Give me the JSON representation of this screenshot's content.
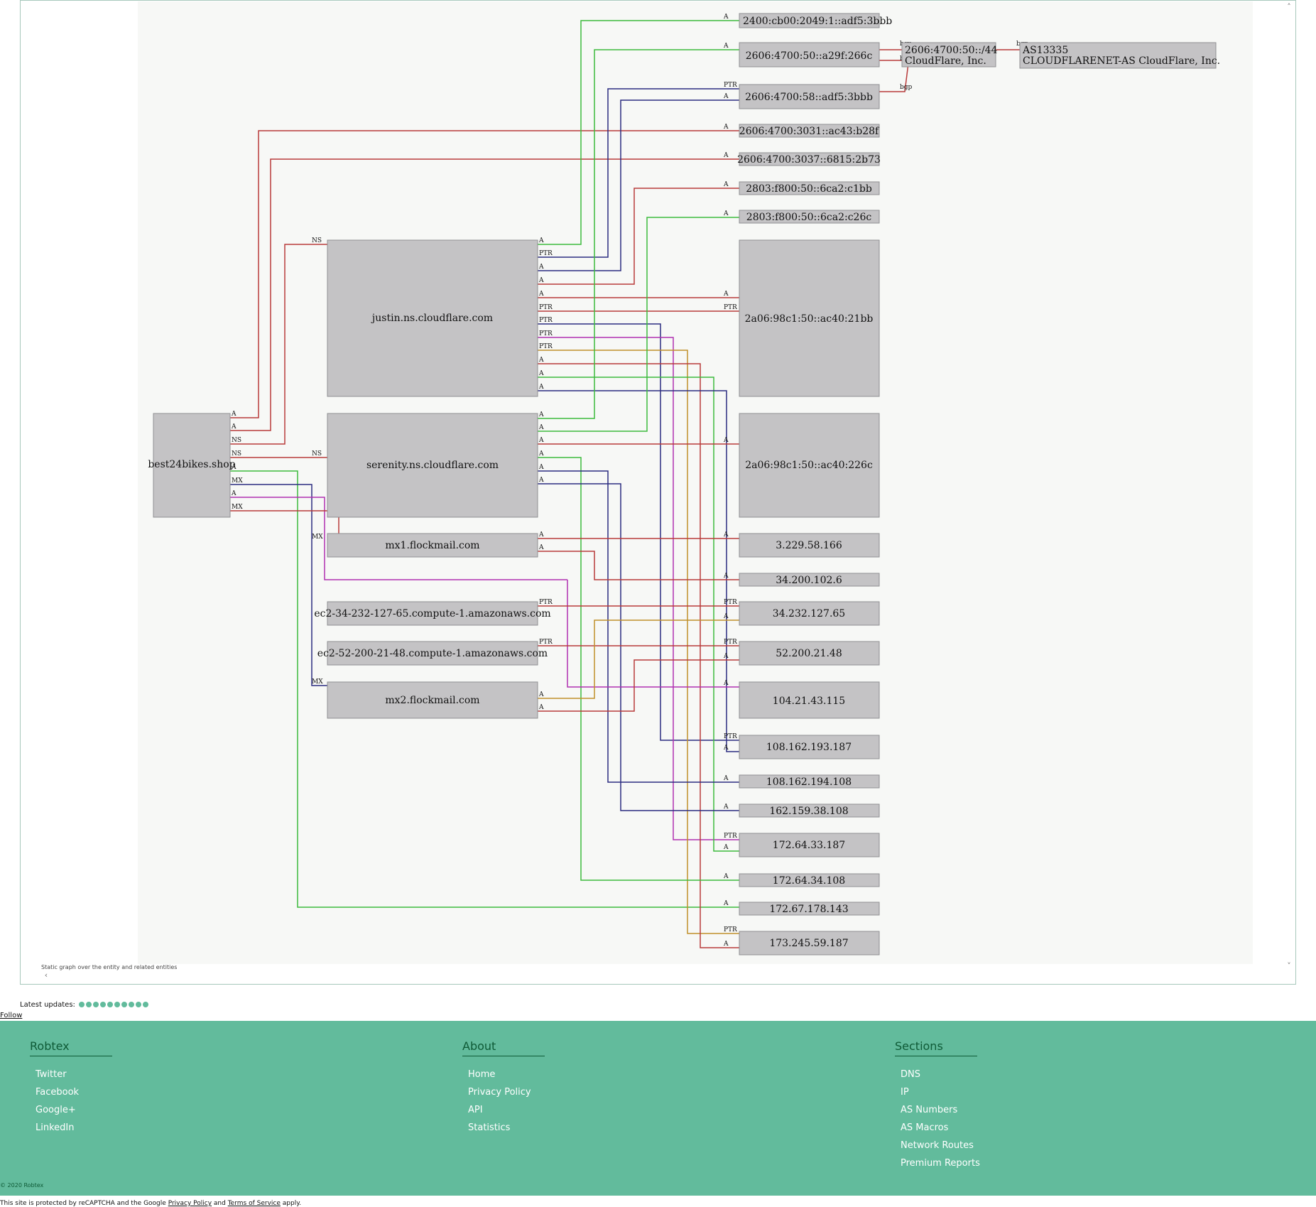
{
  "graph": {
    "caption": "Static graph over the entity and related entities",
    "nodes": {
      "cfv6_2400": "2400:cb00:2049:1::adf5:3bbb",
      "cfv6_a29f": "2606:4700:50::a29f:266c",
      "cfv6_58": "2606:4700:58::adf5:3bbb",
      "cfv6_3031": "2606:4700:3031::ac43:b28f",
      "cfv6_3037": "2606:4700:3037::6815:2b73",
      "cfv6_2803_1": "2803:f800:50::6ca2:c1bb",
      "cfv6_2803_2": "2803:f800:50::6ca2:c26c",
      "route_line1": "2606:4700:50::/44",
      "route_line2": "CloudFlare, Inc.",
      "as_line1": "AS13335",
      "as_line2": "CLOUDFLARENET-AS CloudFlare, Inc.",
      "justin": "justin.ns.cloudflare.com",
      "serenity": "serenity.ns.cloudflare.com",
      "domain": "best24bikes.shop",
      "mx1": "mx1.flockmail.com",
      "ec2_a": "ec2-34-232-127-65.compute-1.amazonaws.com",
      "ec2_b": "ec2-52-200-21-48.compute-1.amazonaws.com",
      "mx2": "mx2.flockmail.com",
      "v6_21bb": "2a06:98c1:50::ac40:21bb",
      "v6_226c": "2a06:98c1:50::ac40:226c",
      "ip_3_229": "3.229.58.166",
      "ip_34_200": "34.200.102.6",
      "ip_34_232": "34.232.127.65",
      "ip_52_200": "52.200.21.48",
      "ip_104_21": "104.21.43.115",
      "ip_108_187": "108.162.193.187",
      "ip_108_108": "108.162.194.108",
      "ip_162": "162.159.38.108",
      "ip_172_33": "172.64.33.187",
      "ip_172_34": "172.64.34.108",
      "ip_172_67": "172.67.178.143",
      "ip_173": "173.245.59.187"
    },
    "labels": {
      "a": "A",
      "ns": "NS",
      "mx": "MX",
      "ptr": "PTR",
      "bgp": "bgp"
    },
    "colors": {
      "green": "#3dbb3d",
      "red": "#b83a3a",
      "navy": "#2c2c80",
      "purple": "#b031b0",
      "gold": "#c0902a",
      "node_fill": "#c4c3c5"
    }
  },
  "latest_updates": {
    "label": "Latest updates:",
    "dots": 10
  },
  "follow": "Follow",
  "footer": {
    "robtex": {
      "title": "Robtex",
      "items": [
        "Twitter",
        "Facebook",
        "Google+",
        "LinkedIn"
      ]
    },
    "about": {
      "title": "About",
      "items": [
        "Home",
        "Privacy Policy",
        "API",
        "Statistics"
      ]
    },
    "sections": {
      "title": "Sections",
      "items": [
        "DNS",
        "IP",
        "AS Numbers",
        "AS Macros",
        "Network Routes",
        "Premium Reports"
      ]
    },
    "copyright": "© 2020 Robtex",
    "recaptcha": {
      "prefix": "This site is protected by reCAPTCHA and the Google",
      "privacy": "Privacy Policy",
      "and": "and",
      "terms": "Terms of Service",
      "suffix": "apply."
    }
  }
}
